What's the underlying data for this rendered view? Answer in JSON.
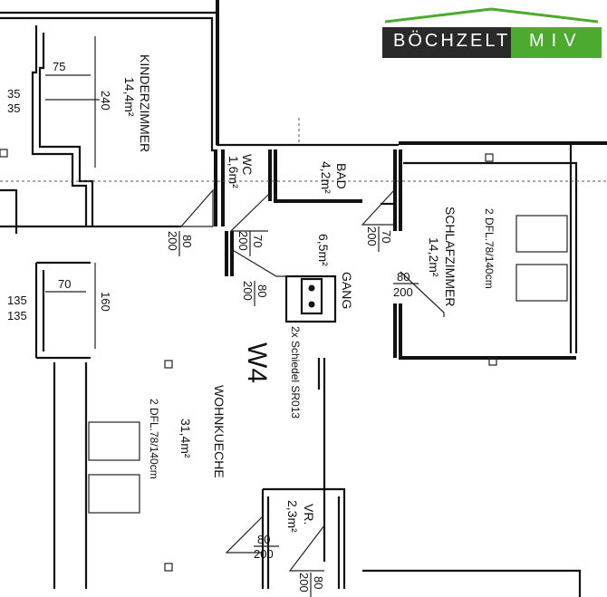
{
  "logo": {
    "left": "BÖCHZELT",
    "right": "MIV",
    "colors": {
      "dark": "#2b2a2a",
      "green": "#4caa2e"
    }
  },
  "unit": "W4",
  "rooms": {
    "kinderzimmer": {
      "name": "KINDERZIMMER",
      "area": "14,4m²"
    },
    "wc": {
      "name": "WC",
      "area": "1,6m²"
    },
    "bad": {
      "name": "BAD",
      "area": "4,2m²"
    },
    "gang": {
      "name": "GANG",
      "area": "6,5m²"
    },
    "schlafzimmer": {
      "name": "SCHLAFZIMMER",
      "area": "14,2m²",
      "windows": "2 DFL.78/140cm"
    },
    "wohnkueche": {
      "name": "WOHNKUECHE",
      "area": "31,4m²",
      "windows": "2 DFL.78/140cm"
    },
    "vr": {
      "name": "VR.",
      "area": "2,3m²"
    }
  },
  "chimney": "2x Schiedel SR013",
  "dimensions": {
    "d75": "75",
    "d35a": "35",
    "d35b": "35",
    "d240": "240",
    "d70": "70",
    "d160": "160",
    "d135a": "135",
    "d135b": "135"
  },
  "doors": [
    {
      "w": "80",
      "h": "200"
    },
    {
      "w": "70",
      "h": "200"
    },
    {
      "w": "80",
      "h": "200"
    },
    {
      "w": "70",
      "h": "200"
    },
    {
      "w": "80",
      "h": "200"
    },
    {
      "w": "80",
      "h": "200"
    },
    {
      "w": "80",
      "h": "200"
    }
  ]
}
